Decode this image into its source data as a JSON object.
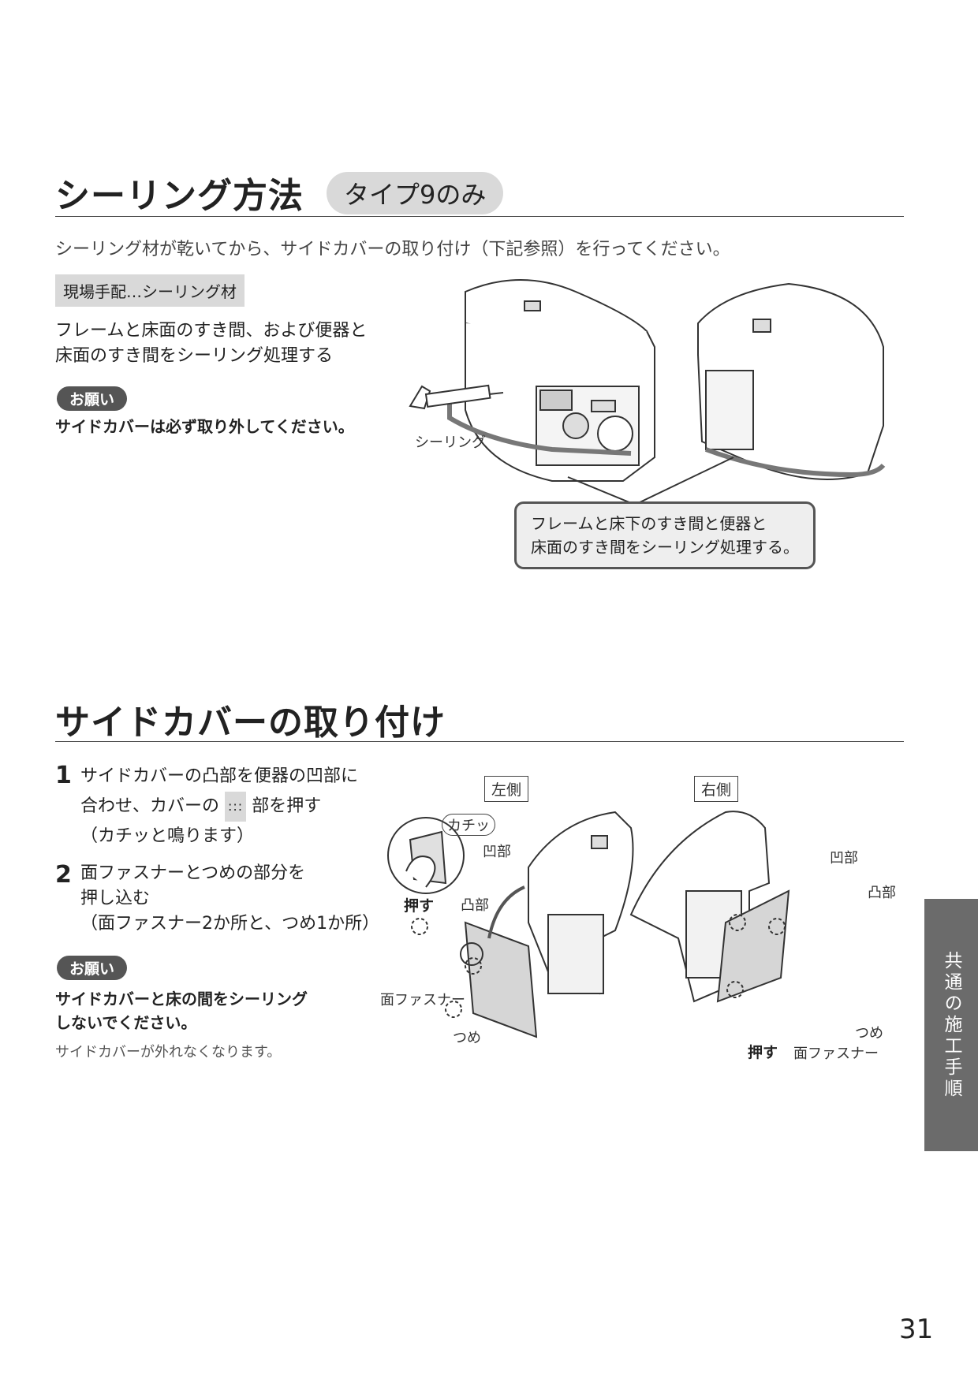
{
  "section1": {
    "title": "シーリング方法",
    "badge": "タイプ9のみ",
    "lead": "シーリング材が乾いてから、サイドカバーの取り付け（下記参照）を行ってください。",
    "materials_tag": "現場手配…シーリング材",
    "instruction_line1": "フレームと床面のすき間、および便器と",
    "instruction_line2": "床面のすき間をシーリング処理する",
    "onegai_label": "お願い",
    "onegai_text": "サイドカバーは必ず取り外してください。",
    "figure_label_sealing": "シーリング",
    "callout_line1": "フレームと床下のすき間と便器と",
    "callout_line2": "床面のすき間をシーリング処理する。"
  },
  "section2": {
    "title": "サイドカバーの取り付け",
    "step1_num": "1",
    "step1_line1": "サイドカバーの凸部を便器の凹部に",
    "step1_line2a": "合わせ、カバーの",
    "step1_dots": ":::",
    "step1_line2b": "部を押す",
    "step1_line3": "（カチッと鳴ります）",
    "step2_num": "2",
    "step2_line1": "面ファスナーとつめの部分を",
    "step2_line2": "押し込む",
    "step2_line3": "（面ファスナー2か所と、つめ1か所）",
    "onegai_label": "お願い",
    "onegai_line1": "サイドカバーと床の間をシーリング",
    "onegai_line2": "しないでください。",
    "onegai_note": "サイドカバーが外れなくなります。",
    "fig_left_label": "左側",
    "fig_right_label": "右側",
    "label_click": "カチッ",
    "label_push_left": "押す",
    "label_recess_left": "凹部",
    "label_protrusion_left": "凸部",
    "label_fastener_left": "面ファスナー",
    "label_claw_left": "つめ",
    "label_recess_right": "凹部",
    "label_protrusion_right": "凸部",
    "label_claw_right": "つめ",
    "label_push_right": "押す",
    "label_fastener_right": "面ファスナー"
  },
  "side_tab": "共通の施工手順",
  "page_number": "31"
}
